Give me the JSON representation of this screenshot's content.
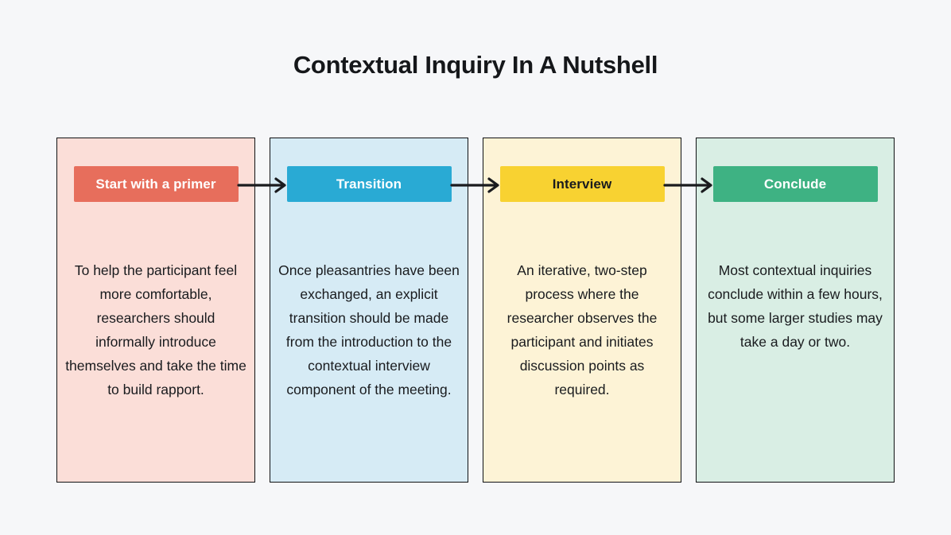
{
  "page": {
    "title": "Contextual Inquiry In A Nutshell",
    "background_color": "#f6f7f9",
    "card_border_color": "#0f1113"
  },
  "diagram": {
    "type": "flow",
    "arrow_color": "#1a1b1e",
    "steps": [
      {
        "label": "Start with a primer",
        "description": "To help the participant feel more comfortable, researchers should informally introduce themselves and take the time to build rapport.",
        "card_bg": "#fbded8",
        "badge_bg": "#e76e5c",
        "badge_text_color": "#ffffff"
      },
      {
        "label": "Transition",
        "description": "Once pleasantries have been exchanged, an explicit transition should be made from the introduction to the contextual interview component of the meeting.",
        "card_bg": "#d6ebf5",
        "badge_bg": "#29aad4",
        "badge_text_color": "#ffffff"
      },
      {
        "label": "Interview",
        "description": "An iterative, two-step process where the researcher observes the participant and initiates discussion points as required.",
        "card_bg": "#fdf3d6",
        "badge_bg": "#f8d231",
        "badge_text_color": "#1a1b1e"
      },
      {
        "label": "Conclude",
        "description": "Most contextual inquiries conclude within a few hours, but some larger studies may take a day or two.",
        "card_bg": "#d9eee4",
        "badge_bg": "#3eb283",
        "badge_text_color": "#ffffff"
      }
    ]
  }
}
